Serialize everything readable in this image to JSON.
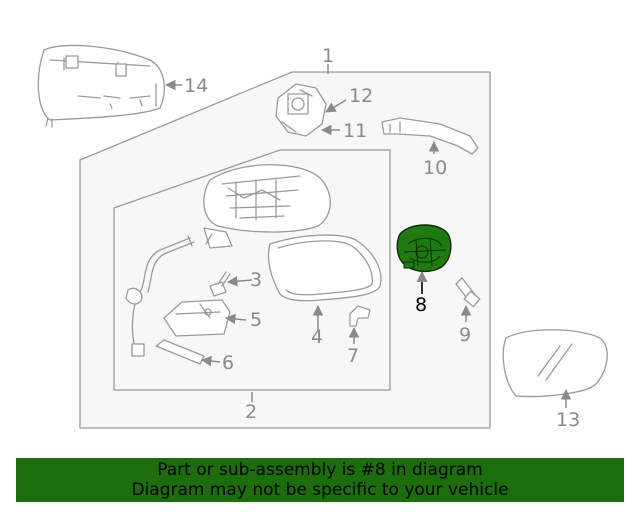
{
  "callouts": [
    {
      "id": "c1",
      "label": "1"
    },
    {
      "id": "c2",
      "label": "2"
    },
    {
      "id": "c3",
      "label": "3"
    },
    {
      "id": "c4",
      "label": "4"
    },
    {
      "id": "c5",
      "label": "5"
    },
    {
      "id": "c6",
      "label": "6"
    },
    {
      "id": "c7",
      "label": "7"
    },
    {
      "id": "c8",
      "label": "8",
      "highlighted": true
    },
    {
      "id": "c9",
      "label": "9"
    },
    {
      "id": "c10",
      "label": "10"
    },
    {
      "id": "c11",
      "label": "11"
    },
    {
      "id": "c12",
      "label": "12"
    },
    {
      "id": "c13",
      "label": "13"
    },
    {
      "id": "c14",
      "label": "14"
    }
  ],
  "colors": {
    "highlight_part": "#1f7a10",
    "banner_background": "#1c6d0c",
    "line": "#9a9a9a",
    "label": "#8a8a8a"
  },
  "banner": {
    "line1": "Part or sub-assembly is #8 in diagram",
    "line2": "Diagram may not be specific to your vehicle"
  }
}
